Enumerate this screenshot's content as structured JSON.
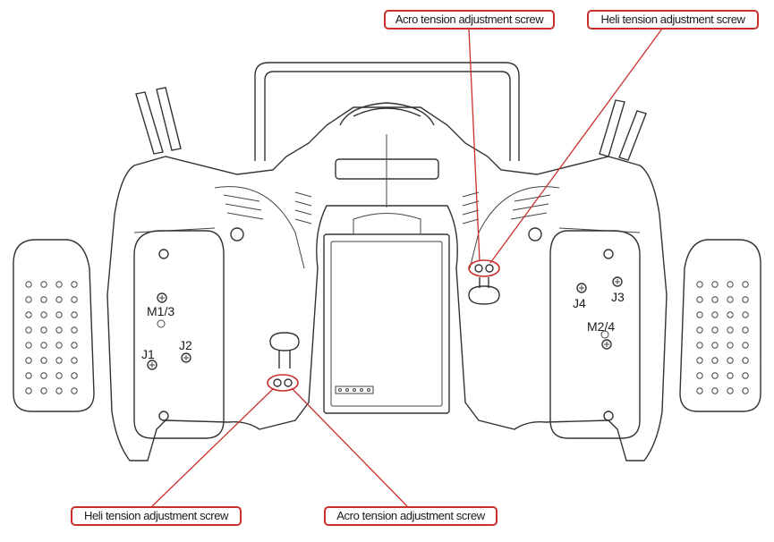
{
  "callouts": {
    "acro_top": "Acro tension adjustment screw",
    "heli_top": "Heli tension adjustment screw",
    "heli_bottom": "Heli tension adjustment screw",
    "acro_bottom": "Acro tension adjustment screw"
  },
  "labels": {
    "m13": "M1/3",
    "j1": "J1",
    "j2": "J2",
    "j3": "J3",
    "j4": "J4",
    "m24": "M2/4"
  },
  "colors": {
    "callout_border": "#c9302c",
    "leader_line": "#c9302c",
    "drawing_line": "#333333"
  }
}
